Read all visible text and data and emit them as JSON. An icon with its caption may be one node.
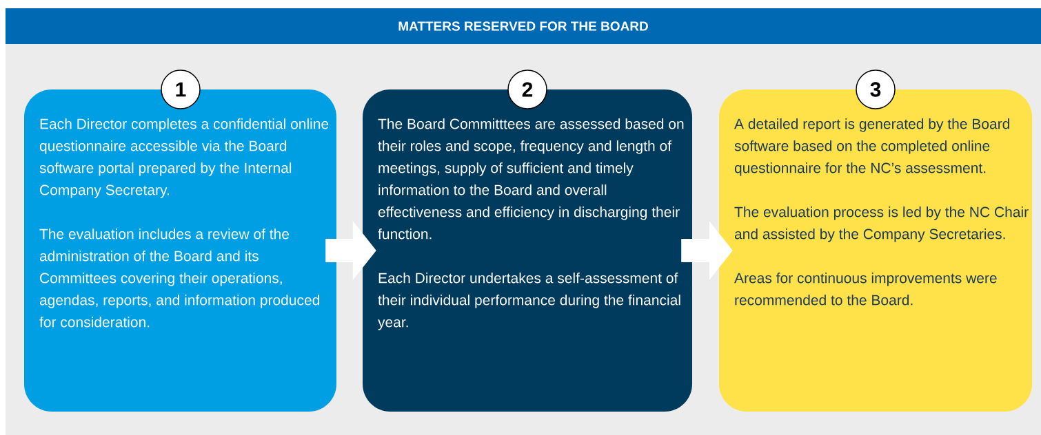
{
  "diagram": {
    "nodes": [
      {
        "text": [
          "MATTERS RESERVED FOR THE BOARD"
        ]
      },
      {
        "text": [
          "1"
        ]
      },
      {
        "text": [
          "Each Director completes a confidential online questionnaire accessible via the Board software portal prepared by the Internal Company Secretary.",
          "The evaluation includes a review of the administration of the Board and its Committees covering their operations, agendas, reports, and information produced for consideration."
        ]
      },
      {
        "text": [
          "2"
        ]
      },
      {
        "text": [
          "The Board Committtees are assessed based on their roles and scope, frequency and length of meetings, supply of sufficient and timely information to the Board and overall effectiveness and efficiency in discharging their function.",
          "Each Director undertakes a self-assessment of their individual performance during the financial year."
        ]
      },
      {
        "text": [
          "3"
        ]
      },
      {
        "text": [
          "A detailed report is generated by the Board software based on the completed online questionnaire for the NC’s assessment.",
          "The evaluation process is led by the NC Chair and assisted by the Company Secretaries.",
          "Areas for continuous improvements were recommended to the Board."
        ]
      }
    ],
    "edges": [
      {
        "from": 2,
        "to": 4,
        "arrow": "to"
      },
      {
        "from": 4,
        "to": 6,
        "arrow": "to"
      }
    ]
  }
}
